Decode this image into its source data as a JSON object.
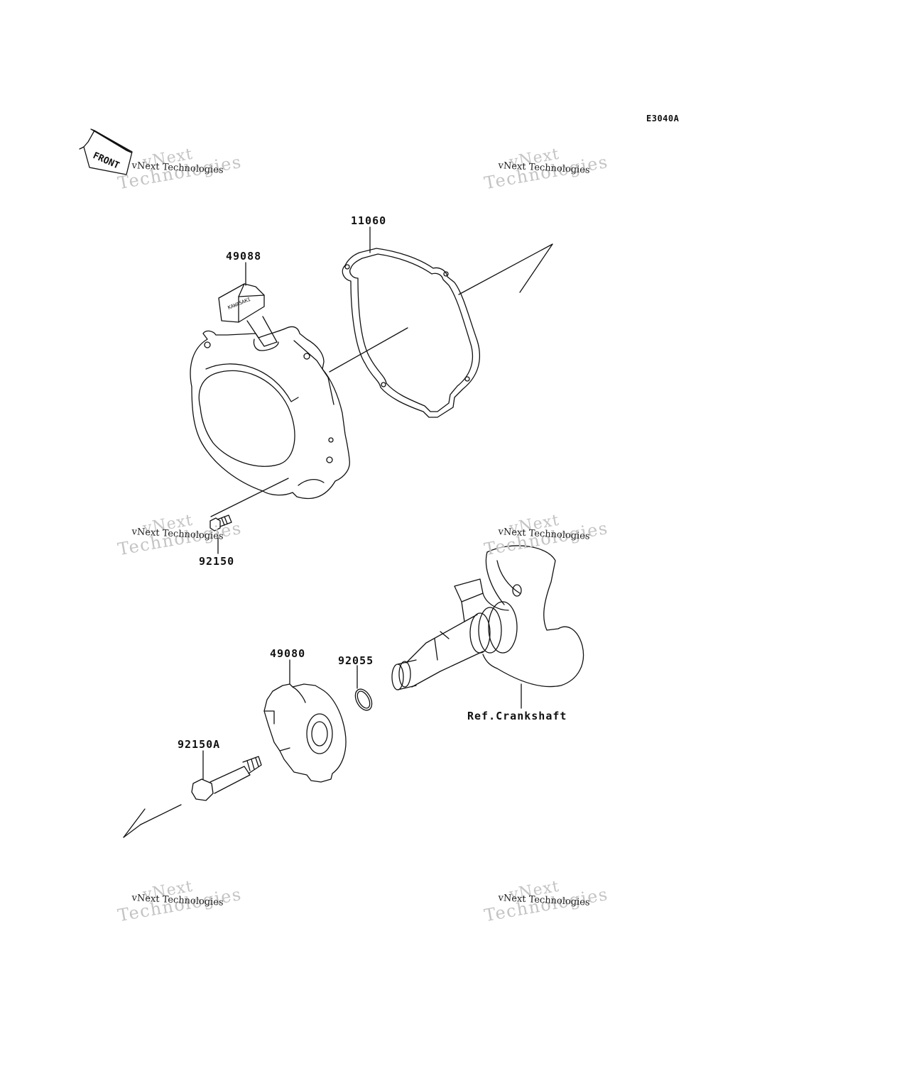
{
  "diagram_id": "E3040A",
  "front_label": "FRONT",
  "watermark": {
    "line_dark": "vNext Technologies",
    "line_a": "vNext",
    "line_b": "Technologies"
  },
  "parts": [
    {
      "id": "part-49088",
      "code": "49088"
    },
    {
      "id": "part-11060",
      "code": "11060"
    },
    {
      "id": "part-92150",
      "code": "92150"
    },
    {
      "id": "part-49080",
      "code": "49080"
    },
    {
      "id": "part-92055",
      "code": "92055"
    },
    {
      "id": "part-92150a",
      "code": "92150A"
    },
    {
      "id": "ref-crankshaft",
      "code": "Ref.Crankshaft"
    }
  ],
  "handle_brand": "KAWASAKI"
}
